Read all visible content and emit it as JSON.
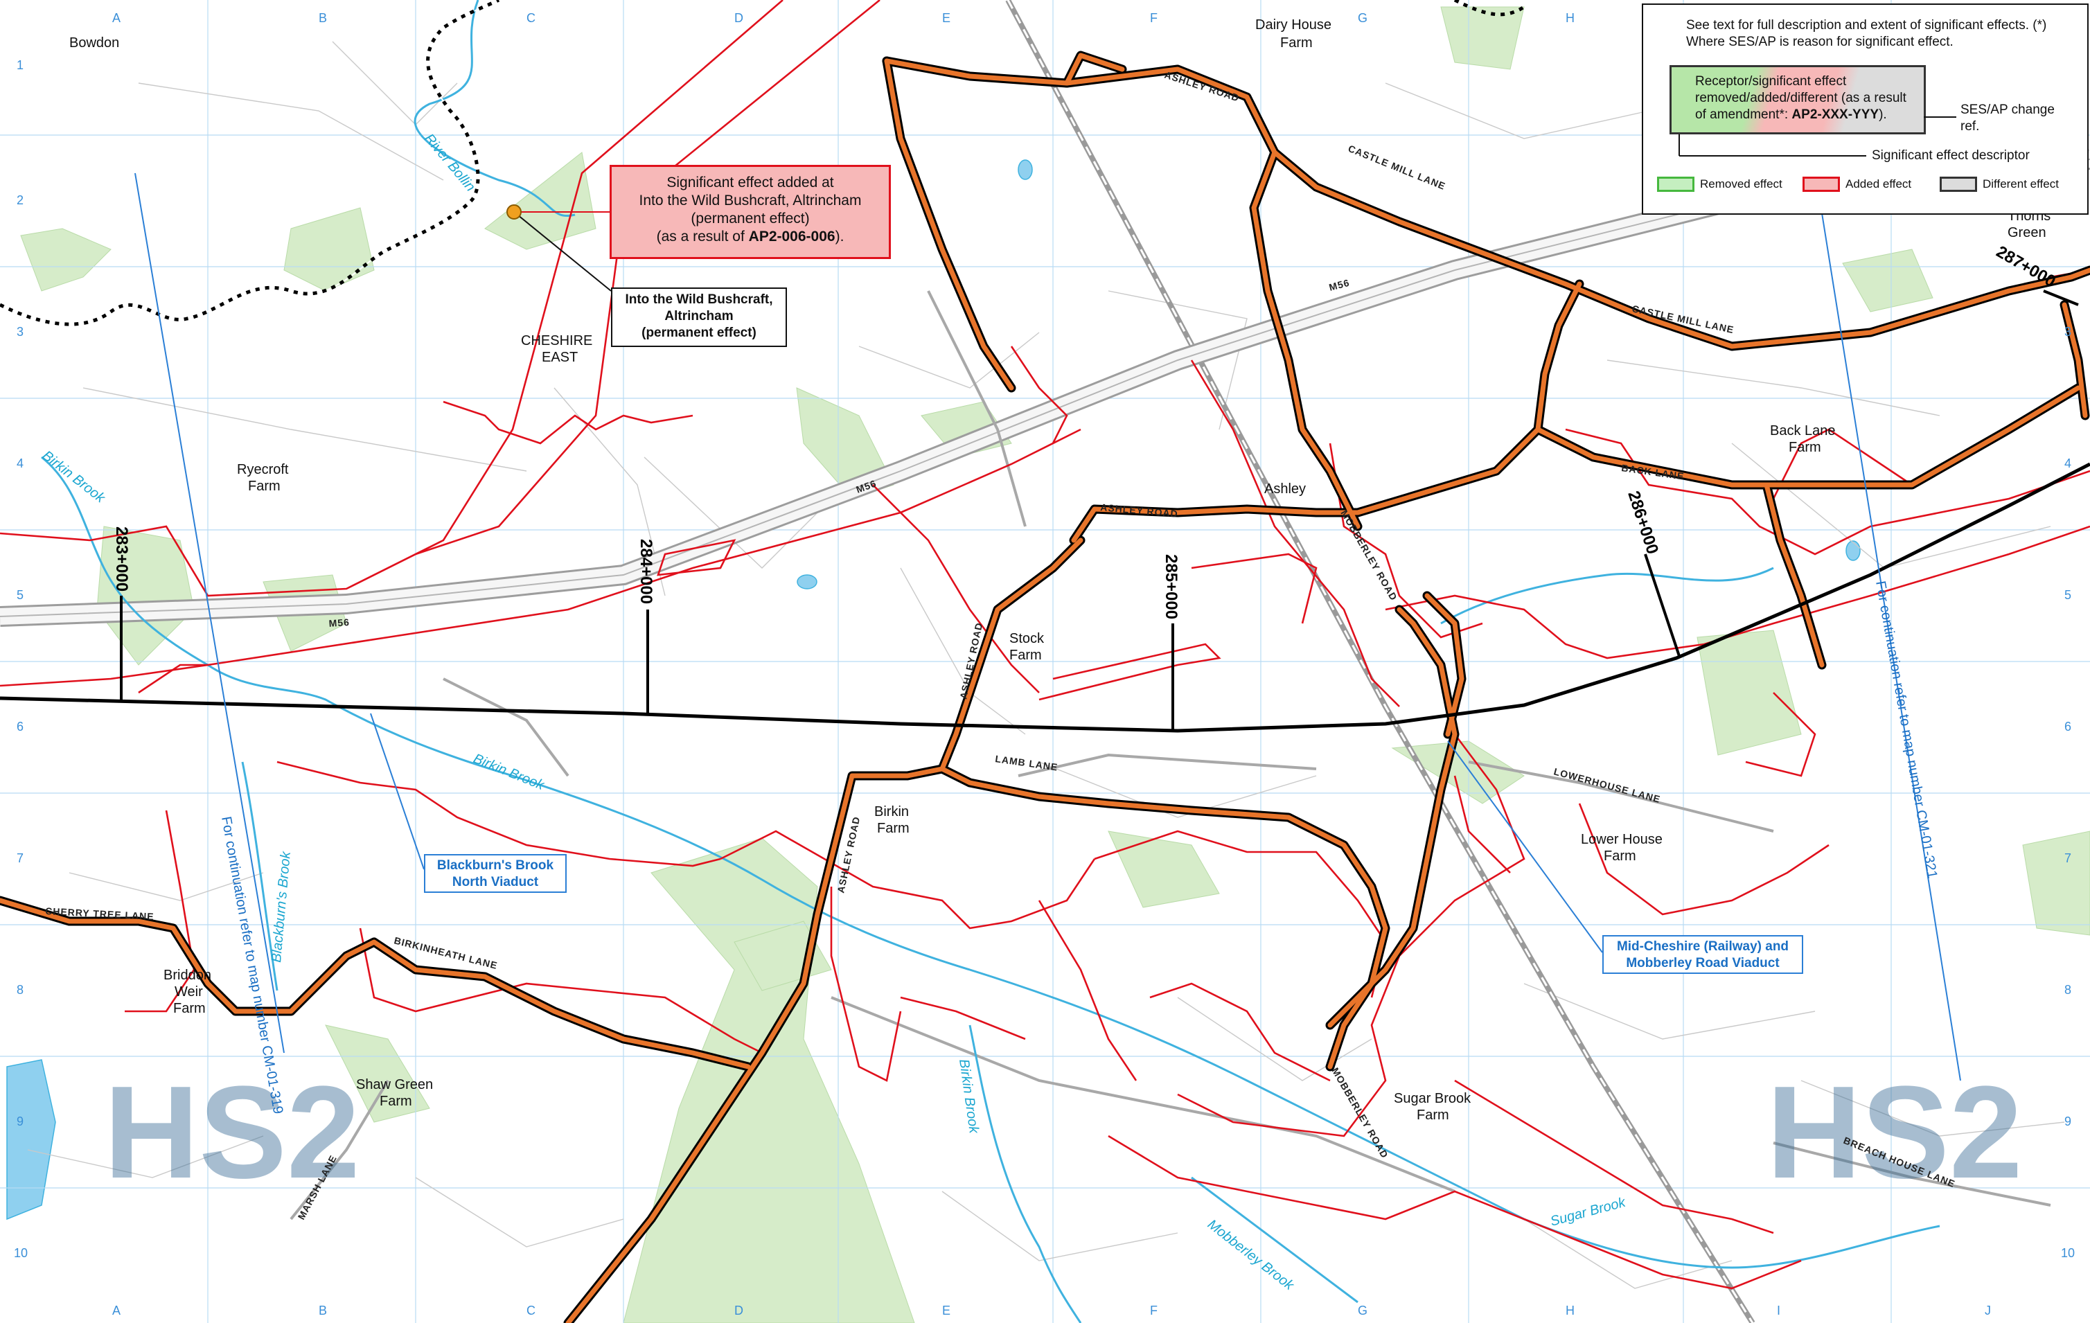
{
  "legend": {
    "intro": "See text for full description and extent of significant effects. (*) Where SES/AP is reason for significant effect.",
    "sample_line1": "Receptor/significant effect",
    "sample_line2": "removed/added/different (as a result",
    "sample_line3_prefix": "of amendment*: ",
    "sample_line3_bold": "AP2-XXX-YYY",
    "sample_line3_suffix": ").",
    "change_ref": "SES/AP change ref.",
    "descriptor": "Significant effect descriptor",
    "removed": "Removed effect",
    "added": "Added effect",
    "different": "Different effect"
  },
  "callouts": {
    "added_line1": "Significant effect added at",
    "added_line2": "Into the Wild Bushcraft, Altrincham",
    "added_line3": "(permanent effect)",
    "added_line4_prefix": "(as a result of ",
    "added_line4_bold": "AP2-006-006",
    "added_line4_suffix": ").",
    "desc_line1": "Into the Wild Bushcraft,",
    "desc_line2": "Altrincham",
    "desc_line3": "(permanent effect)",
    "viaduct1_line1": "Blackburn's Brook",
    "viaduct1_line2": "North Viaduct",
    "viaduct2_line1": "Mid-Cheshire (Railway) and",
    "viaduct2_line2": "Mobberley Road Viaduct"
  },
  "places": {
    "bowdon": "Bowdon",
    "dairy1": "Dairy House",
    "dairy2": "Farm",
    "cheshire1": "CHESHIRE",
    "cheshire2": "EAST",
    "ryecroft1": "Ryecroft",
    "ryecroft2": "Farm",
    "ashley": "Ashley",
    "stock1": "Stock",
    "stock2": "Farm",
    "backlane1": "Back Lane",
    "backlane2": "Farm",
    "birkin1": "Birkin",
    "birkin2": "Farm",
    "lowerhouse1": "Lower House",
    "lowerhouse2": "Farm",
    "briddon1": "Briddon",
    "briddon2": "Weir",
    "briddon3": "Farm",
    "shaw1": "Shaw Green",
    "shaw2": "Farm",
    "sugar1": "Sugar Brook",
    "sugar2": "Farm",
    "thorns1": "Thorns",
    "thorns2": "Green"
  },
  "roads": {
    "ashley_road": "ASHLEY ROAD",
    "castle_mill_lane": "CASTLE MILL LANE",
    "m56": "M56",
    "back_lane": "BACK LANE",
    "mobberley_road": "MOBBERLEY ROAD",
    "lamb_lane": "LAMB LANE",
    "lowerhouse_lane": "LOWERHOUSE LANE",
    "cherry_tree_lane": "CHERRY TREE LANE",
    "birkinheath_lane": "BIRKINHEATH LANE",
    "marsh_lane": "MARSH LANE",
    "breach_house_lane": "BREACH HOUSE LANE"
  },
  "water": {
    "river_bollin": "River Bollin",
    "birkin_brook": "Birkin Brook",
    "blackburns_brook": "Blackburn's Brook",
    "sugar_brook": "Sugar Brook",
    "mobberley_brook": "Mobberley Brook"
  },
  "chainage": {
    "c283": "283+000",
    "c284": "284+000",
    "c285": "285+000",
    "c286": "286+000",
    "c287": "287+000"
  },
  "continuation": {
    "left": "For continuation refer to map number CM-01-319",
    "right": "For continuation refer to map number CM-01-321"
  },
  "watermark": "HS2",
  "grid": {
    "cols": [
      "A",
      "B",
      "C",
      "D",
      "E",
      "F",
      "G",
      "H",
      "I",
      "J"
    ],
    "rows": [
      "1",
      "2",
      "3",
      "4",
      "5",
      "6",
      "7",
      "8",
      "9",
      "10"
    ]
  },
  "colors": {
    "route": "#000000",
    "road_casing": "#000000",
    "road_fill": "#e8742a",
    "boundary": "#e0101c",
    "green": "#d6ecc9",
    "water": "#3fb2df",
    "grid": "#8cc3ee"
  }
}
